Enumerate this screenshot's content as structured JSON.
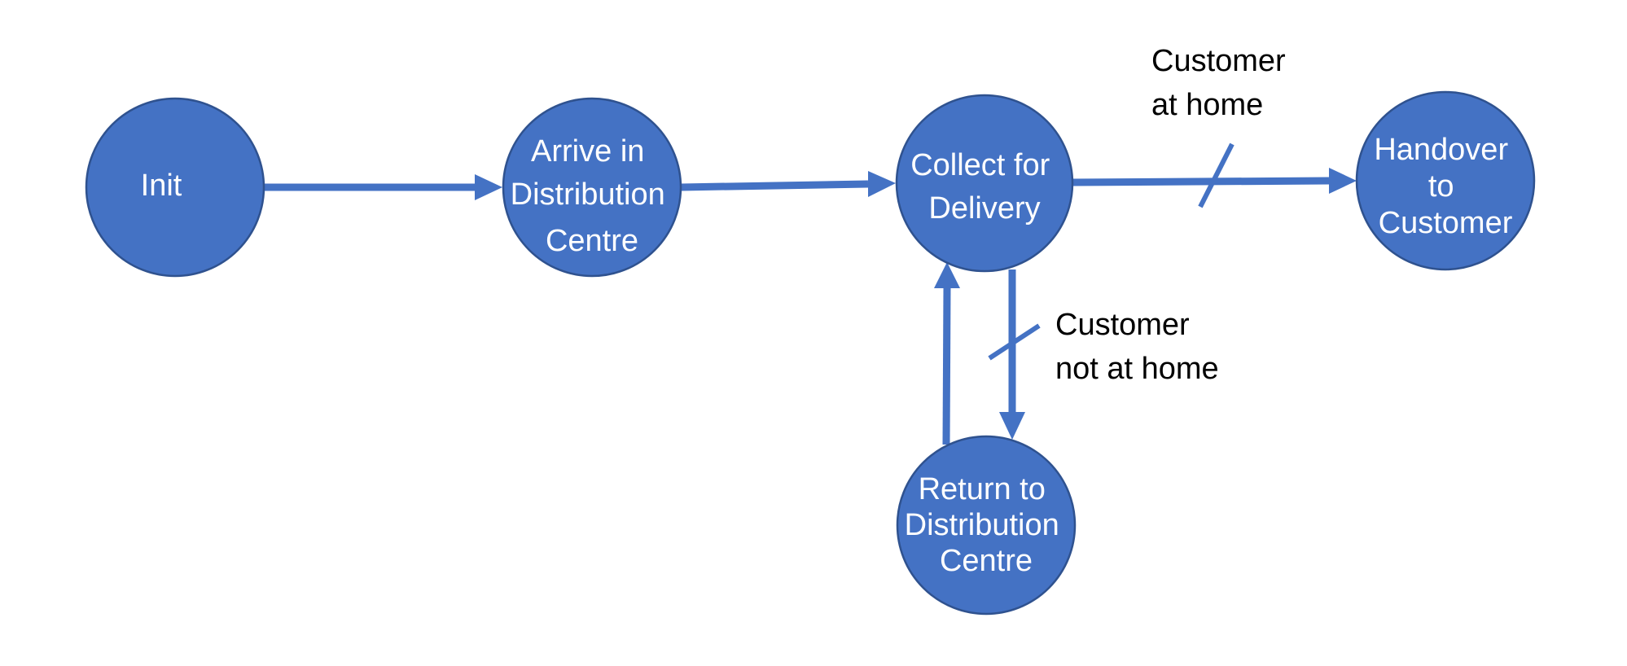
{
  "diagram": {
    "nodes": [
      {
        "id": "init",
        "lines": [
          "Init"
        ]
      },
      {
        "id": "arrive",
        "lines": [
          "Arrive in",
          "Distribution",
          "Centre"
        ]
      },
      {
        "id": "collect",
        "lines": [
          "Collect for",
          "Delivery"
        ]
      },
      {
        "id": "handover",
        "lines": [
          "Handover",
          "to",
          "Customer"
        ]
      },
      {
        "id": "return",
        "lines": [
          "Return to",
          "Distribution",
          "Centre"
        ]
      }
    ],
    "edges": [
      {
        "from": "init",
        "to": "arrive"
      },
      {
        "from": "arrive",
        "to": "collect"
      },
      {
        "from": "collect",
        "to": "handover",
        "guard": [
          "Customer",
          "at home"
        ]
      },
      {
        "from": "collect",
        "to": "return",
        "guard": [
          "Customer",
          "not at home"
        ]
      },
      {
        "from": "return",
        "to": "collect"
      }
    ],
    "colors": {
      "node_fill": "#4472C4",
      "node_stroke": "#2F528F",
      "node_text": "#ffffff",
      "edge": "#4472C4",
      "label_text": "#000000"
    }
  }
}
